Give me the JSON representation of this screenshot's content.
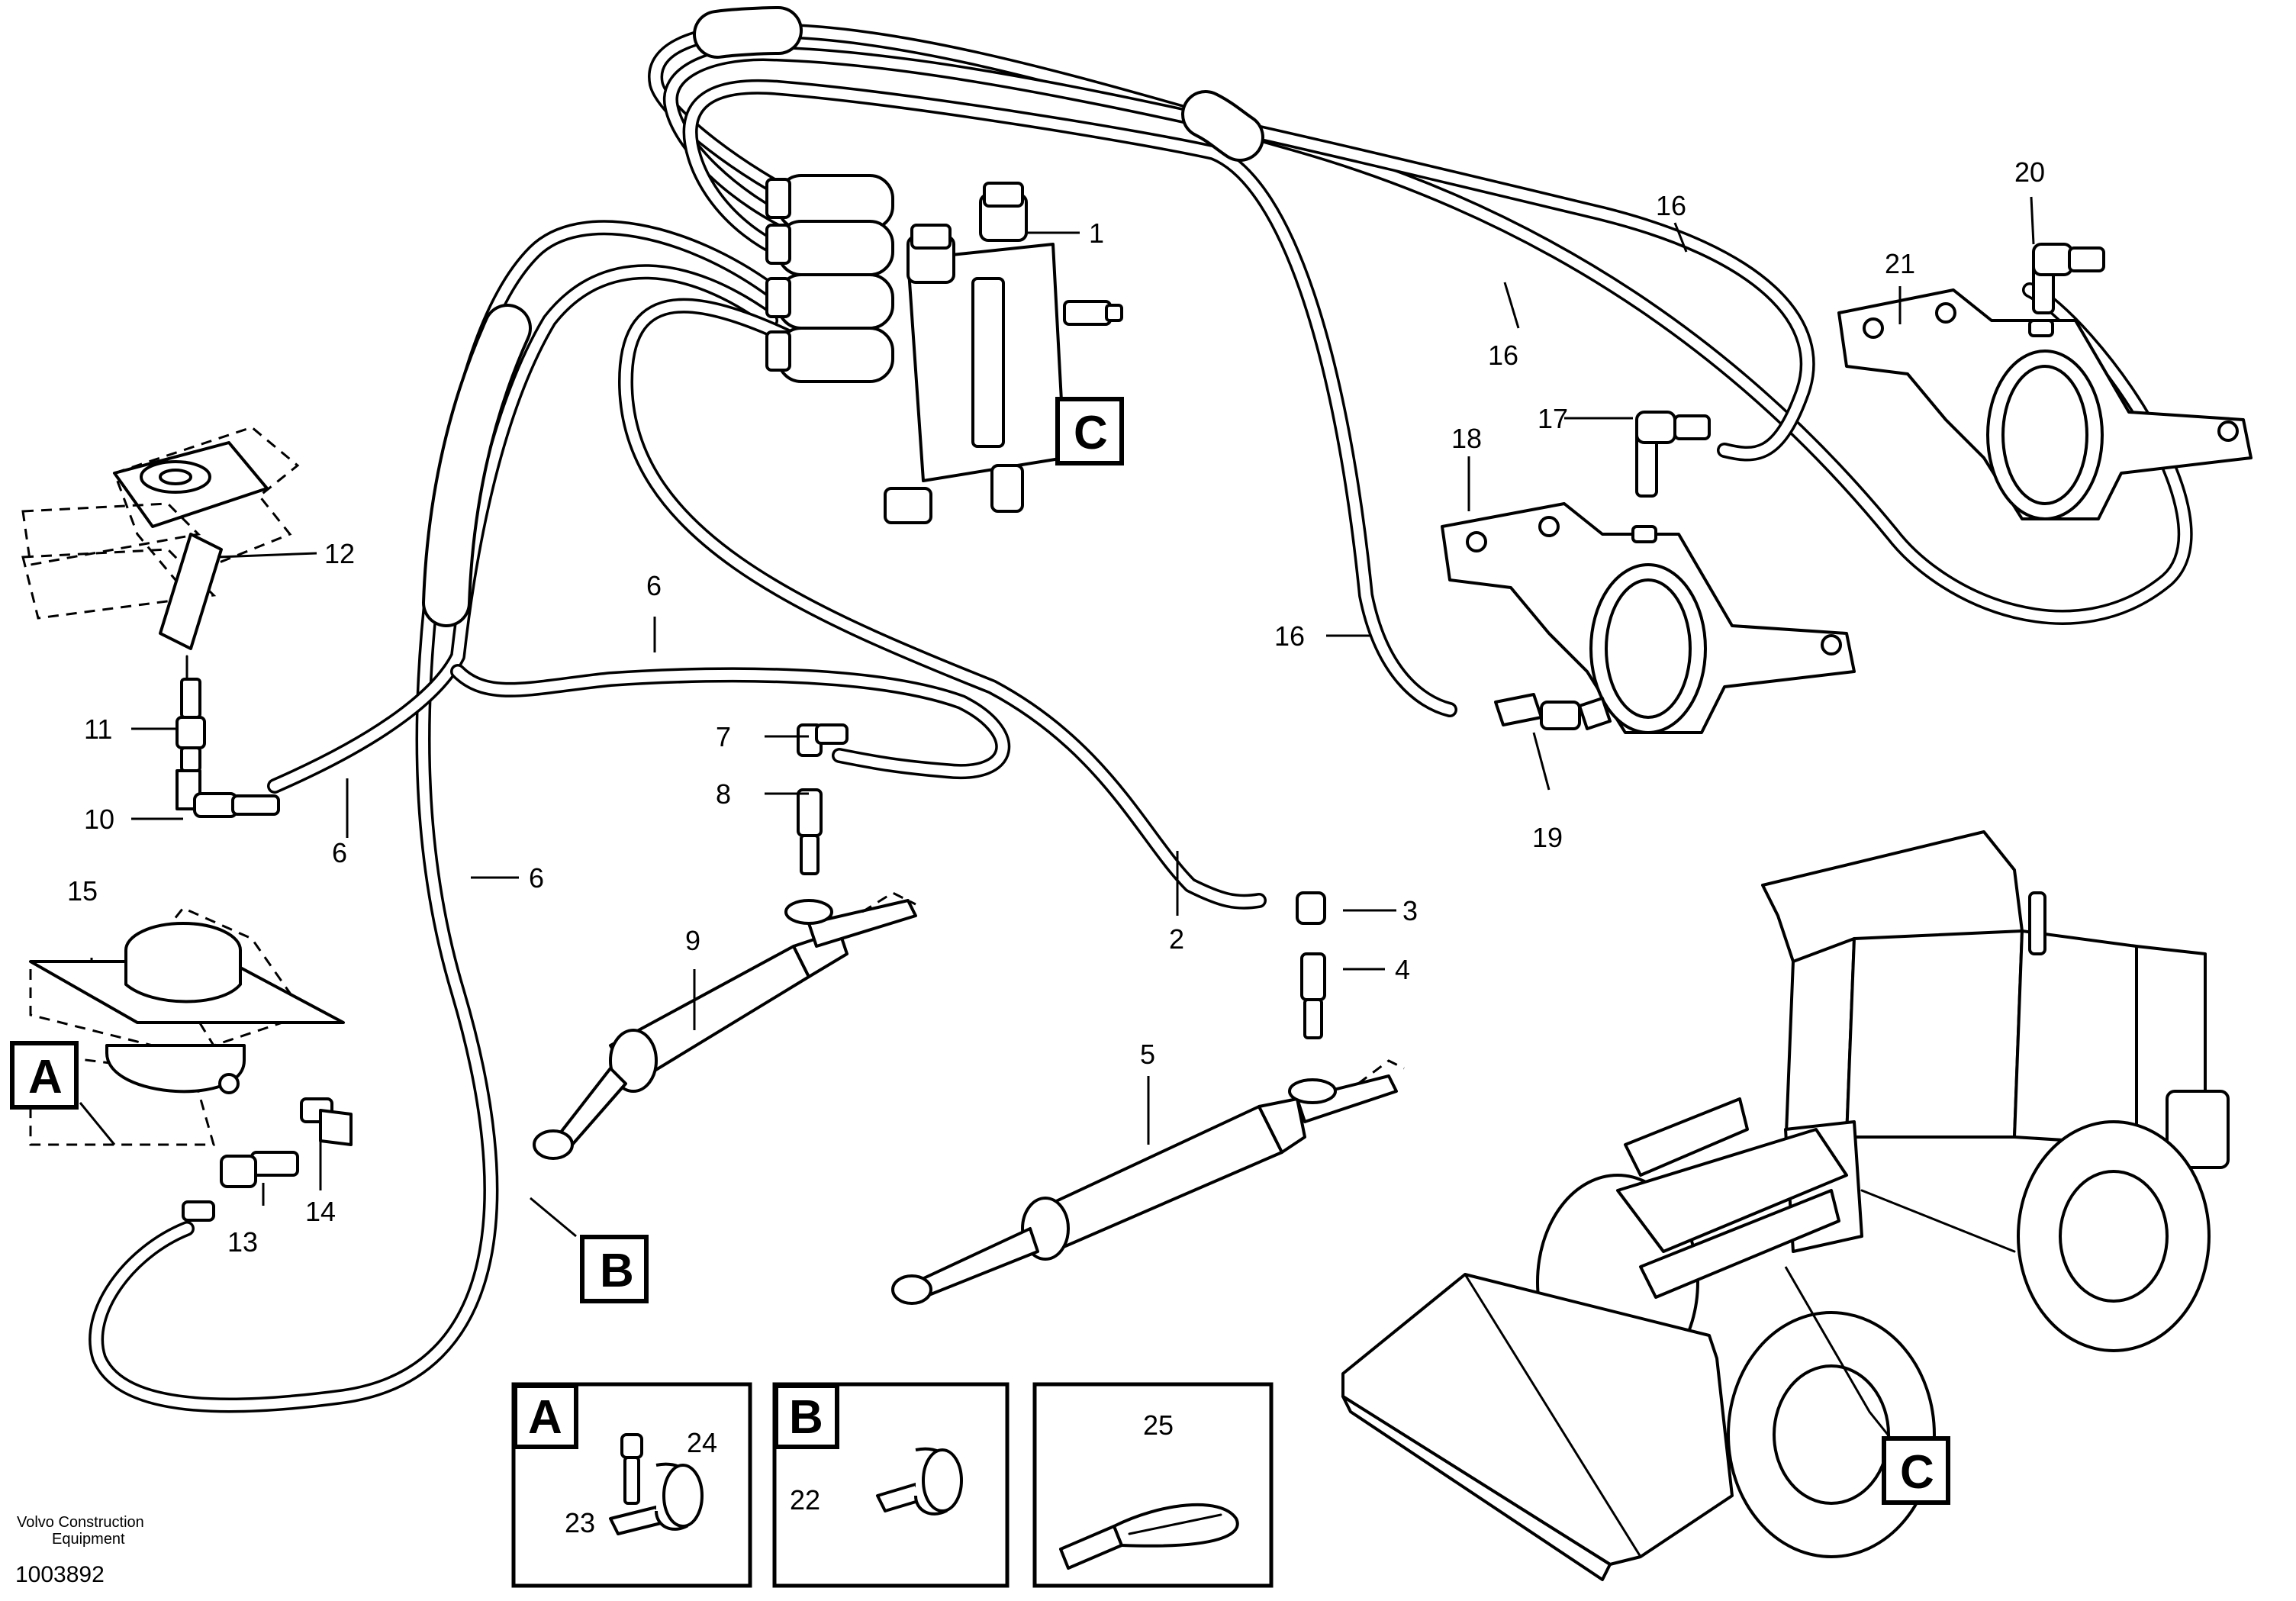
{
  "brand": {
    "line1": "Volvo Construction",
    "line2": "Equipment"
  },
  "document_number": "1003892",
  "callouts": [
    "1",
    "2",
    "3",
    "4",
    "5",
    "6",
    "6",
    "6",
    "7",
    "8",
    "9",
    "10",
    "11",
    "12",
    "13",
    "14",
    "15",
    "16",
    "16",
    "16",
    "17",
    "18",
    "19",
    "20",
    "21"
  ],
  "reference_letters": {
    "a": "A",
    "b": "B",
    "c": "C"
  },
  "insets": {
    "a": {
      "letter": "A",
      "items": [
        "24",
        "23"
      ]
    },
    "b": {
      "letter": "B",
      "items": [
        "22"
      ]
    },
    "c": {
      "items": [
        "25"
      ]
    }
  }
}
